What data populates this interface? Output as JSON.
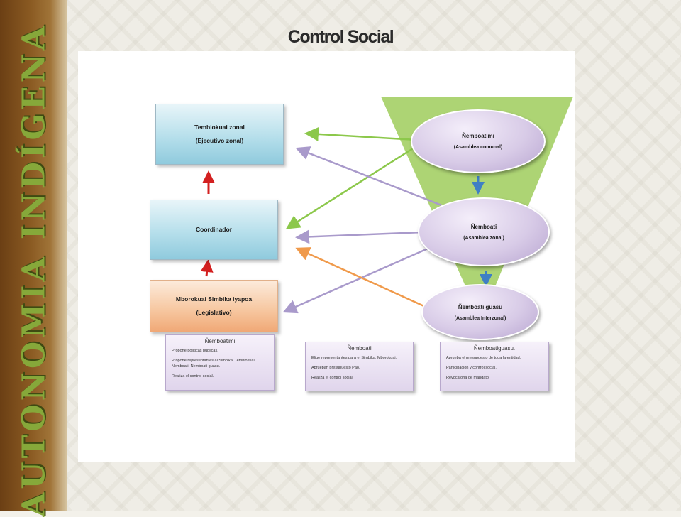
{
  "slide": {
    "title": "Control Social",
    "sidebar_text": "AUTONOMIA INDÍGENA"
  },
  "colors": {
    "sidebar": "#8a5a22",
    "sidebar_text": "#86a83a",
    "funnel": "#9fcd5c",
    "arrow_green": "#8cc84b",
    "arrow_purple": "#a99acb",
    "arrow_orange": "#f09a4b",
    "arrow_red": "#d32020",
    "arrow_blue": "#3f7fc4"
  },
  "boxes": {
    "tembiokuai": {
      "line1": "Tembiokuai zonal",
      "line2": "(Ejecutivo zonal)"
    },
    "coordinador": {
      "line1": "Coordinador"
    },
    "mborokuai": {
      "line1": "Mborokuai Simbika iyapoa",
      "line2": "(Legislativo)"
    }
  },
  "ellipses": {
    "nemboatimi": {
      "name": "Ñemboatimi",
      "sub": "(Asamblea comunal)"
    },
    "nemboati": {
      "name": "Ñemboati",
      "sub": "(Asamblea zonal)"
    },
    "guasu": {
      "name": "Ñemboati guasu",
      "sub": "(Asamblea Interzonal)"
    }
  },
  "notes": [
    {
      "title": "Ñemboatimi",
      "items": [
        "Propone políticas públicas.",
        "Propone representantes al Simbika, Tembiokuai, Ñemboati, Ñemboati guasu.",
        "Realiza el control social."
      ]
    },
    {
      "title": "Ñemboati",
      "items": [
        "Elige representantes para el Simbika, Mborokuai.",
        "Aprueban presupuesto Pao.",
        "Realiza el control social."
      ]
    },
    {
      "title": "Ñemboatiguasu.",
      "items": [
        "Aprueba el presupuesto de toda la entidad.",
        "Participación y control social.",
        "Revocatoria de mandato."
      ]
    }
  ]
}
